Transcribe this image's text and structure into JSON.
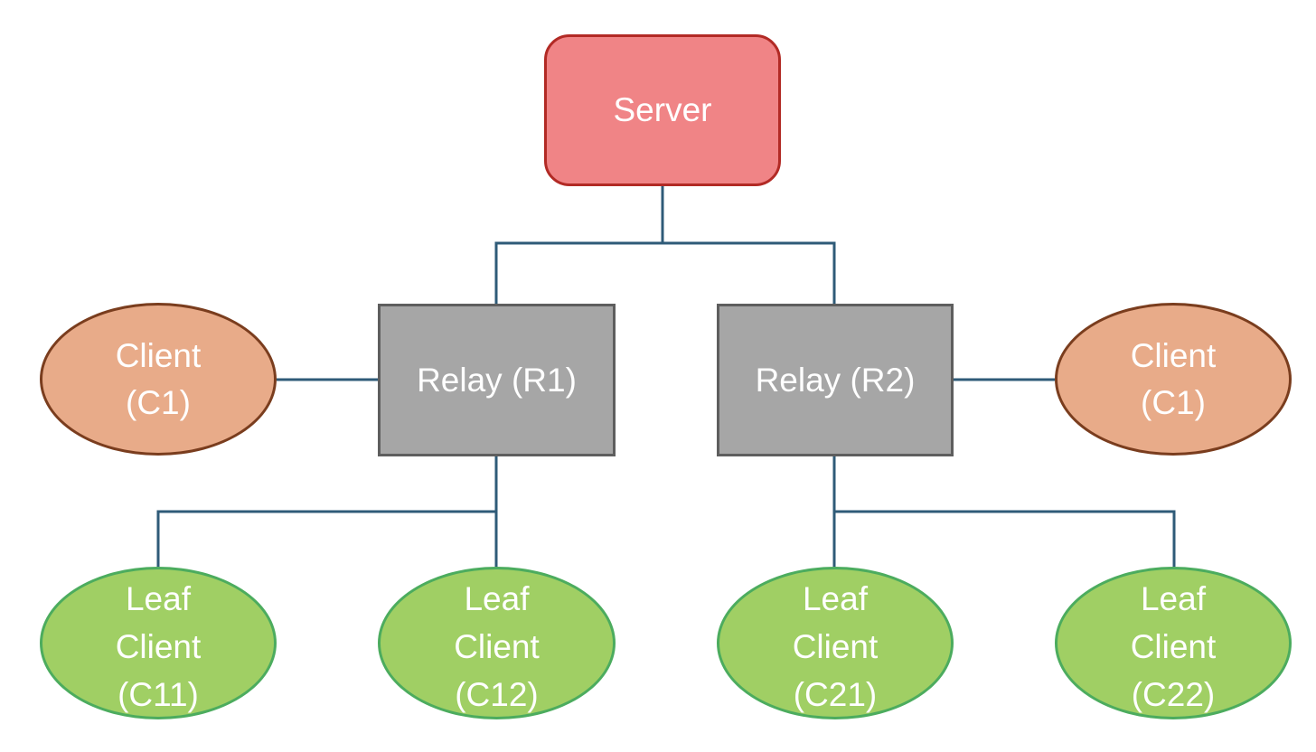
{
  "nodes": {
    "server": {
      "lines": [
        "Server"
      ]
    },
    "relay_r1": {
      "lines": [
        "Relay (R1)"
      ]
    },
    "relay_r2": {
      "lines": [
        "Relay (R2)"
      ]
    },
    "client_left": {
      "lines": [
        "Client",
        "(C1)"
      ]
    },
    "client_right": {
      "lines": [
        "Client",
        "(C1)"
      ]
    },
    "leaf_c11": {
      "lines": [
        "Leaf",
        "Client",
        "(C11)"
      ]
    },
    "leaf_c12": {
      "lines": [
        "Leaf",
        "Client",
        "(C12)"
      ]
    },
    "leaf_c21": {
      "lines": [
        "Leaf",
        "Client",
        "(C21)"
      ]
    },
    "leaf_c22": {
      "lines": [
        "Leaf",
        "Client",
        "(C22)"
      ]
    }
  },
  "colors": {
    "connector": "#2f5b78",
    "server_fill": "#f08486",
    "server_border": "#b22a25",
    "relay_fill": "#a6a6a6",
    "relay_border": "#5e5e5e",
    "client_fill": "#e8ab89",
    "client_border": "#7a3d1e",
    "leaf_fill": "#a0cf64",
    "leaf_border": "#4cac5e",
    "text": "#ffffff"
  }
}
